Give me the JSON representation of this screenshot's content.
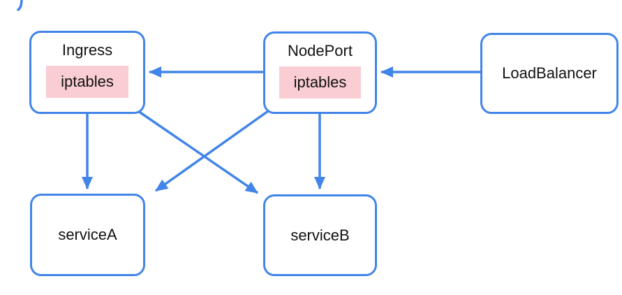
{
  "diagram": {
    "colors": {
      "accent_blue": "#4285e8",
      "badge_pink": "#f9cdd3",
      "text": "#111111",
      "background": "#ffffff"
    },
    "nodes": {
      "ingress": {
        "title": "Ingress",
        "badge": "iptables"
      },
      "nodeport": {
        "title": "NodePort",
        "badge": "iptables"
      },
      "loadbalancer": {
        "title": "LoadBalancer"
      },
      "servicea": {
        "title": "serviceA"
      },
      "serviceb": {
        "title": "serviceB"
      }
    },
    "edges": [
      {
        "from": "LoadBalancer",
        "to": "NodePort"
      },
      {
        "from": "NodePort",
        "to": "Ingress"
      },
      {
        "from": "Ingress",
        "to": "serviceA"
      },
      {
        "from": "Ingress",
        "to": "serviceB"
      },
      {
        "from": "NodePort",
        "to": "serviceA"
      },
      {
        "from": "NodePort",
        "to": "serviceB"
      }
    ]
  }
}
